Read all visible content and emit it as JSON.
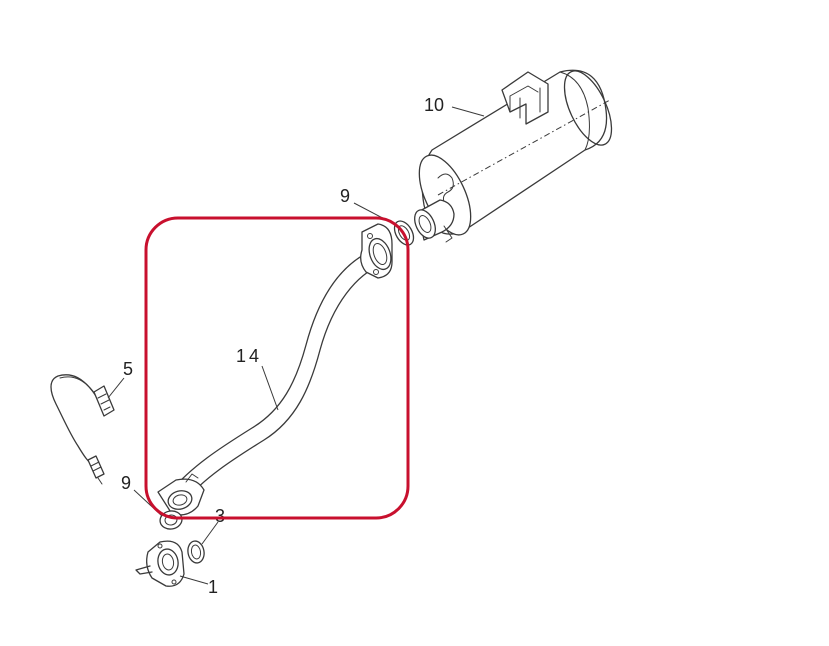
{
  "diagram": {
    "labels": {
      "muffler": "10",
      "gasket_top": "9",
      "exhaust_pipe": "14",
      "o2_sensor": "5",
      "gasket_bottom": "9",
      "seal": "3",
      "flange": "1"
    },
    "highlight_color": "#c8102e",
    "line_color": "#3a3a3a"
  }
}
